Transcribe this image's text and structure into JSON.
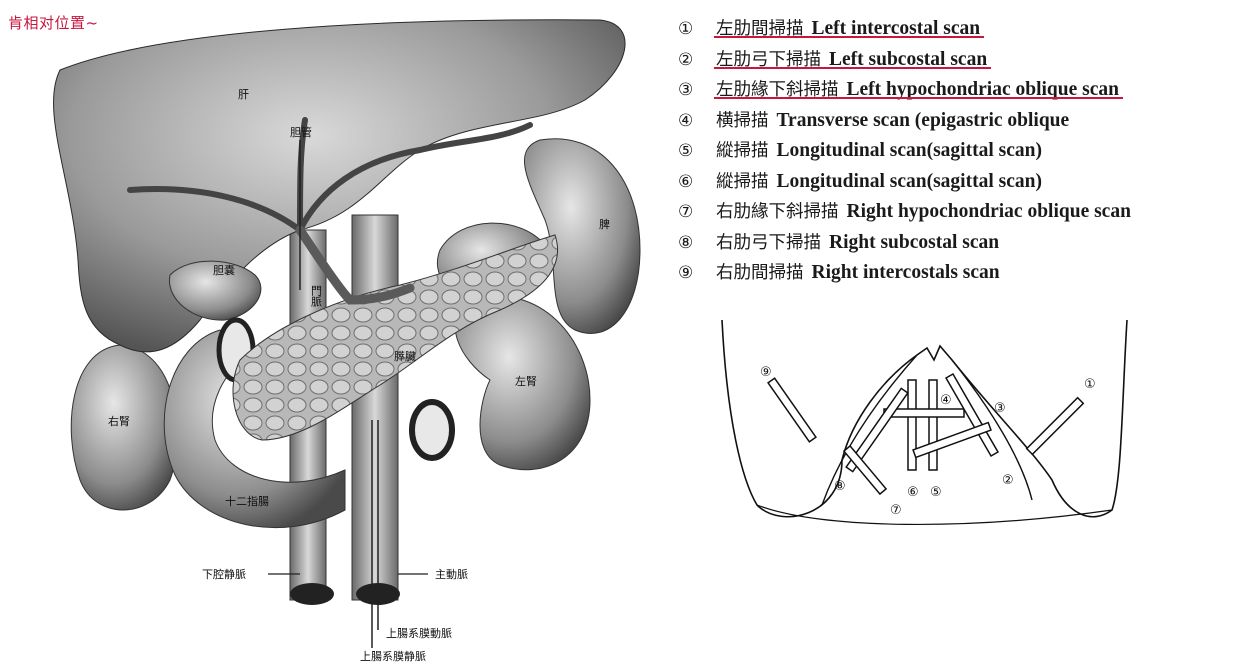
{
  "note": "肯相对位置~",
  "anatomy_labels": {
    "liver": "肝",
    "bile_duct": "胆管",
    "spleen": "脾",
    "gallbladder": "胆嚢",
    "portal_vein": "門脈",
    "pancreas": "膵臓",
    "right_kidney": "右腎",
    "left_kidney": "左腎",
    "duodenum": "十二指腸",
    "ivc": "下腔静脈",
    "aorta": "主動脈",
    "sma": "上腸系膜動脈",
    "smv": "上腸系膜静脈"
  },
  "scans": [
    {
      "num": "①",
      "ja": "左肋間掃描",
      "en": "Left intercostal scan",
      "highlighted": true
    },
    {
      "num": "②",
      "ja": "左肋弓下掃描",
      "en": "Left subcostal scan",
      "highlighted": true
    },
    {
      "num": "③",
      "ja": "左肋緣下斜掃描",
      "en": "Left hypochondriac oblique scan",
      "highlighted": true
    },
    {
      "num": "④",
      "ja": "横掃描",
      "en": "Transverse scan (epigastric oblique",
      "highlighted": false
    },
    {
      "num": "⑤",
      "ja": "縱掃描",
      "en": "Longitudinal scan(sagittal scan)",
      "highlighted": false
    },
    {
      "num": "⑥",
      "ja": "縱掃描",
      "en": "Longitudinal scan(sagittal scan)",
      "highlighted": false
    },
    {
      "num": "⑦",
      "ja": "右肋緣下斜掃描",
      "en": "Right hypochondriac oblique scan",
      "highlighted": false
    },
    {
      "num": "⑧",
      "ja": "右肋弓下掃描",
      "en": "Right subcostal scan",
      "highlighted": false
    },
    {
      "num": "⑨",
      "ja": "右肋間掃描",
      "en": "Right intercostals scan",
      "highlighted": false
    }
  ],
  "torso_numbers": [
    "⑨",
    "①",
    "④",
    "③",
    "②",
    "⑧",
    "⑥",
    "⑤",
    "⑦"
  ],
  "colors": {
    "highlight": "#c8163f",
    "ink": "#111111"
  }
}
